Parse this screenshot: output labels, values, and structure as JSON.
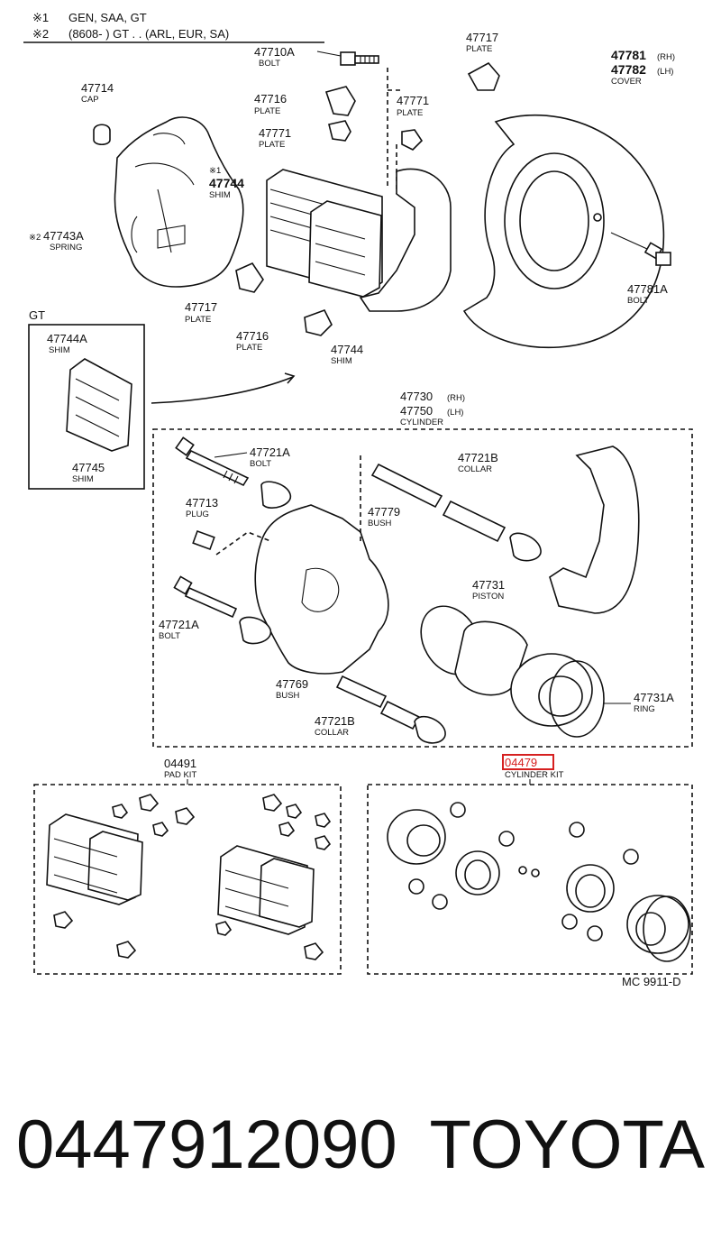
{
  "notes": [
    {
      "mark": "※1",
      "text": "GEN, SAA, GT"
    },
    {
      "mark": "※2",
      "text": "(8608-          ) GT . . (ARL, EUR, SA)"
    }
  ],
  "parts": {
    "p47710A": {
      "num": "47710A",
      "name": "BOLT"
    },
    "p47714": {
      "num": "47714",
      "name": "CAP"
    },
    "p47716a": {
      "num": "47716",
      "name": "PLATE"
    },
    "p47771": {
      "num": "47771",
      "name": "PLATE"
    },
    "p47771b": {
      "num": "47771",
      "name": "PLATE"
    },
    "p47717a": {
      "num": "47717",
      "name": "PLATE"
    },
    "p47781": {
      "num": "47781",
      "sub": "(RH)"
    },
    "p47782": {
      "num": "47782",
      "sub": "(LH)",
      "name": "COVER"
    },
    "p47744a": {
      "mark": "※1",
      "num": "47744",
      "name": "SHIM"
    },
    "p47743A": {
      "mark": "※2",
      "num": "47743A",
      "name": "SPRING"
    },
    "p47781A": {
      "num": "47781A",
      "name": "BOLT"
    },
    "p47717b": {
      "num": "47717",
      "name": "PLATE"
    },
    "p47716b": {
      "num": "47716",
      "name": "PLATE"
    },
    "p47744b": {
      "num": "47744",
      "name": "SHIM"
    },
    "p47744A": {
      "num": "47744A",
      "name": "SHIM"
    },
    "p47745": {
      "num": "47745",
      "name": "SHIM"
    },
    "p47730": {
      "num": "47730",
      "sub": "(RH)"
    },
    "p47750": {
      "num": "47750",
      "sub": "(LH)",
      "name": "CYLINDER"
    },
    "p47721Aa": {
      "num": "47721A",
      "name": "BOLT"
    },
    "p47713": {
      "num": "47713",
      "name": "PLUG"
    },
    "p47779": {
      "num": "47779",
      "name": "BUSH"
    },
    "p47721Ba": {
      "num": "47721B",
      "name": "COLLAR"
    },
    "p47731": {
      "num": "47731",
      "name": "PISTON"
    },
    "p47721Ab": {
      "num": "47721A",
      "name": "BOLT"
    },
    "p47769": {
      "num": "47769",
      "name": "BUSH"
    },
    "p47721Bb": {
      "num": "47721B",
      "name": "COLLAR"
    },
    "p47731A": {
      "num": "47731A",
      "name": "RING"
    },
    "p04491": {
      "num": "04491",
      "name": "PAD KIT"
    },
    "p04479": {
      "num": "04479",
      "name": "CYLINDER KIT"
    }
  },
  "gt_label": "GT",
  "diagram_code": "MC 9911-D",
  "highlight_color": "#d62020",
  "footer": {
    "part_number": "0447912090",
    "brand": "TOYOTA"
  }
}
